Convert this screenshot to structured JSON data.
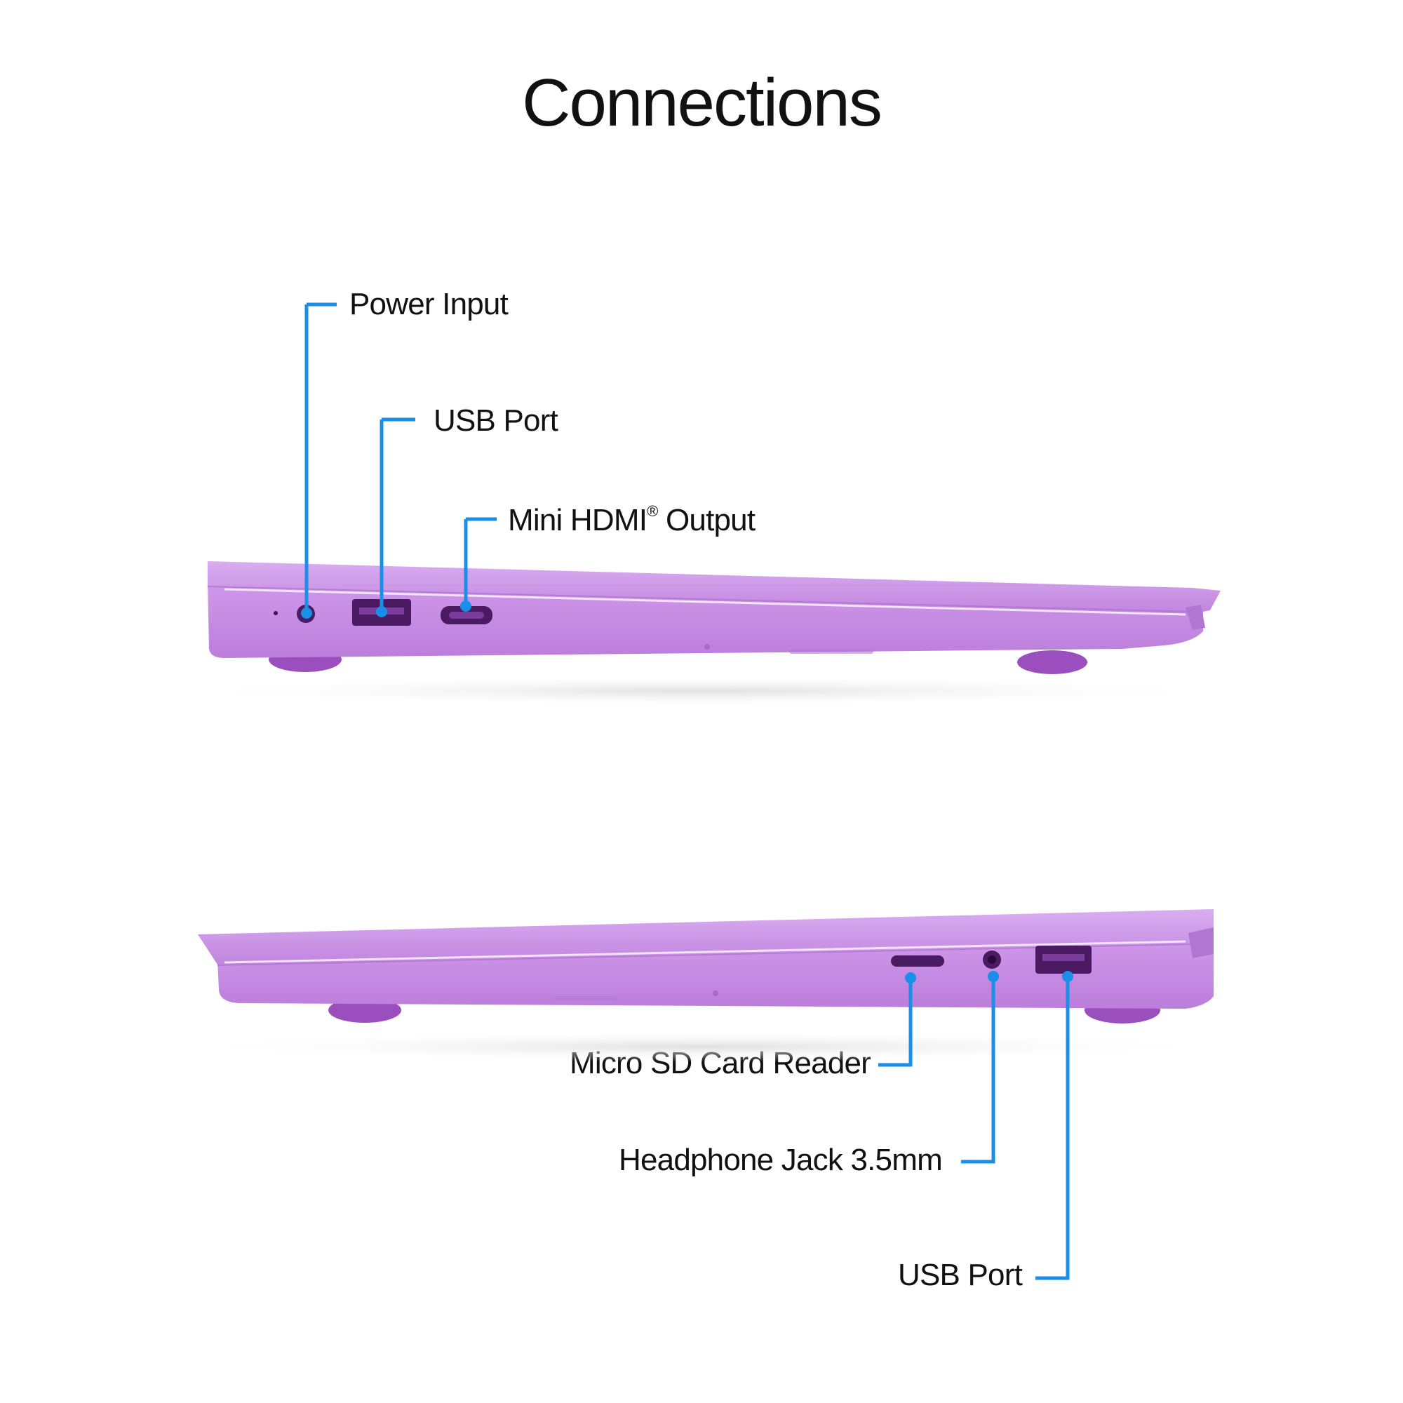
{
  "page": {
    "title": "Connections"
  },
  "colors": {
    "callout_line": "#1a8fe8",
    "laptop_body": "#c48ae0",
    "laptop_body_light": "#d4a4ec",
    "laptop_body_dark": "#a86ac8",
    "laptop_feet": "#9b4fbf",
    "port_fill": "#5a1f78"
  },
  "left_side": {
    "labels": {
      "power_input": "Power Input",
      "usb_port": "USB Port",
      "mini_hdmi": "Mini HDMI",
      "mini_hdmi_reg": "®",
      "mini_hdmi_suffix": " Output"
    }
  },
  "right_side": {
    "labels": {
      "micro_sd": "Micro SD Card Reader",
      "headphone_jack": "Headphone Jack 3.5mm",
      "usb_port": "USB Port"
    }
  }
}
